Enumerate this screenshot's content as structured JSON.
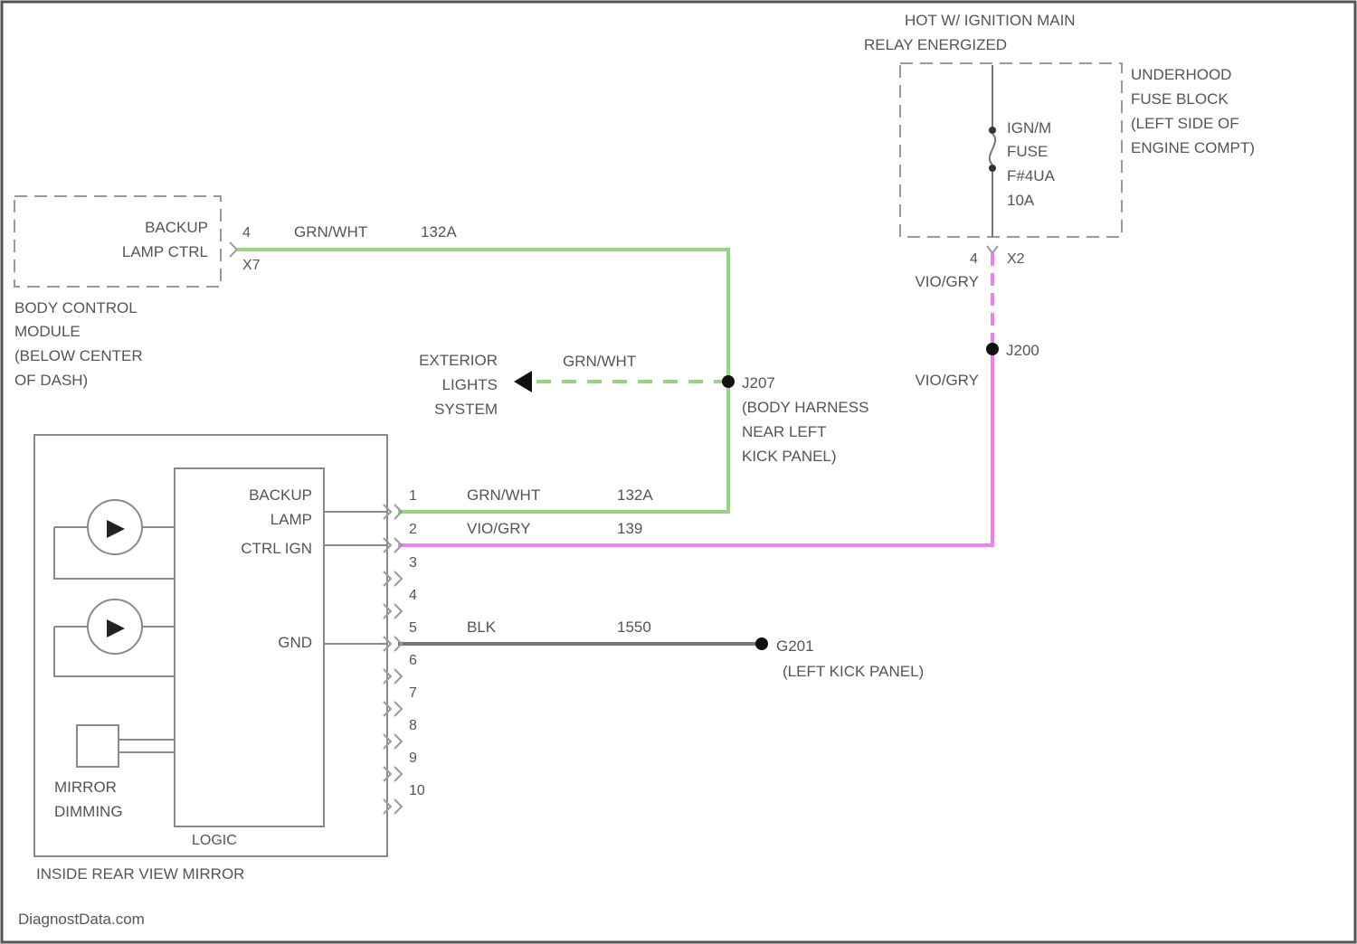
{
  "colors": {
    "green": "#97d486",
    "violet": "#ee82ee",
    "black": "#777777",
    "outline": "#9a9a9a"
  },
  "fuse_block": {
    "header": [
      "HOT W/ IGNITION MAIN",
      "RELAY ENERGIZED"
    ],
    "name": [
      "UNDERHOOD",
      "FUSE BLOCK",
      "(LEFT SIDE OF",
      "ENGINE COMPT)"
    ],
    "fuse": [
      "IGN/M",
      "FUSE",
      "F#4UA",
      "10A"
    ],
    "pin": "4",
    "connector": "X2"
  },
  "bcm": {
    "function": [
      "BACKUP",
      "LAMP CTRL"
    ],
    "pin": "4",
    "connector": "X7",
    "name": [
      "BODY CONTROL",
      "MODULE",
      "(BELOW CENTER",
      "OF DASH)"
    ]
  },
  "wires": {
    "bcm_out": {
      "color": "GRN/WHT",
      "circuit": "132A"
    },
    "ext_lights": {
      "color": "GRN/WHT"
    },
    "fuse_out": {
      "color": "VIO/GRY"
    },
    "splice_out": {
      "color": "VIO/GRY"
    },
    "pin1": {
      "color": "GRN/WHT",
      "circuit": "132A"
    },
    "pin2": {
      "color": "VIO/GRY",
      "circuit": "139"
    },
    "pin5": {
      "color": "BLK",
      "circuit": "1550"
    }
  },
  "splices": {
    "j207": {
      "name": "J207",
      "desc": [
        "(BODY HARNESS",
        "NEAR LEFT",
        "KICK PANEL)"
      ]
    },
    "j200": {
      "name": "J200"
    }
  },
  "exterior": {
    "label": [
      "EXTERIOR",
      "LIGHTS",
      "SYSTEM"
    ]
  },
  "ground": {
    "name": "G201",
    "desc": "(LEFT KICK PANEL)"
  },
  "mirror": {
    "logic_labels": {
      "backup": "BACKUP",
      "lamp": "LAMP",
      "ctrl": "CTRL IGN",
      "gnd": "GND"
    },
    "logic_caption": "LOGIC",
    "dimming": [
      "MIRROR",
      "DIMMING"
    ],
    "name": "INSIDE REAR VIEW MIRROR",
    "pins": [
      "1",
      "2",
      "3",
      "4",
      "5",
      "6",
      "7",
      "8",
      "9",
      "10"
    ]
  },
  "footer": "DiagnostData.com"
}
